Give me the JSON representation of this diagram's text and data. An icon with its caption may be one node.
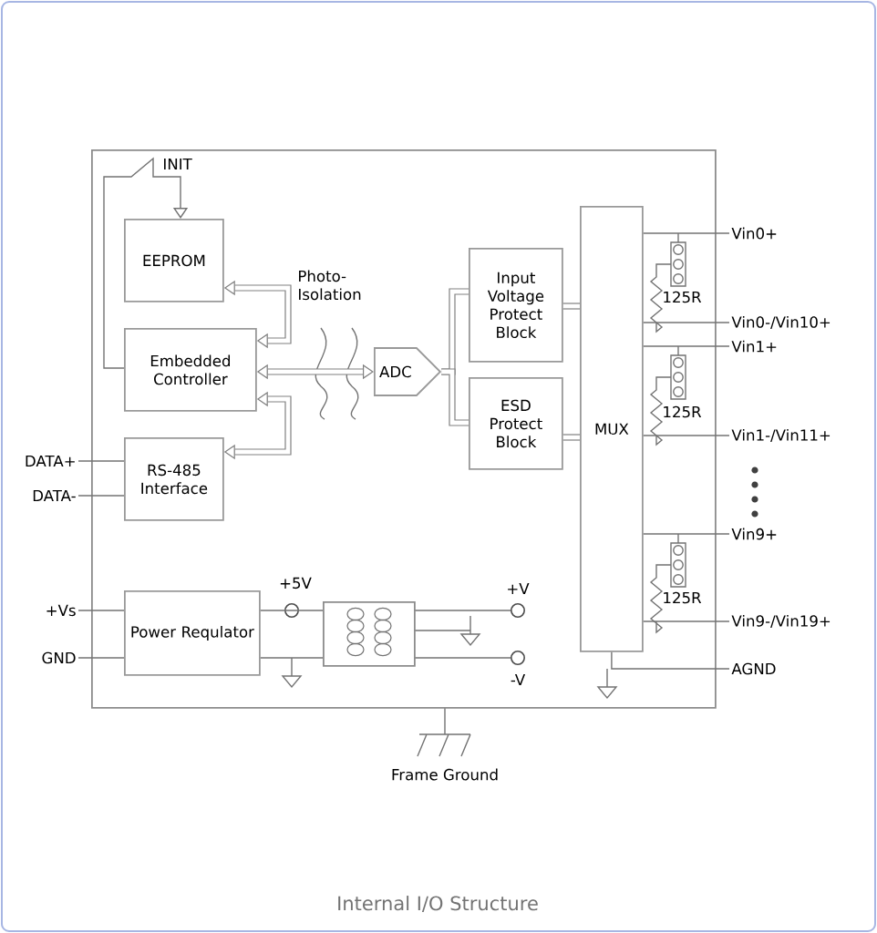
{
  "diagram": {
    "caption": "Internal I/O Structure",
    "nodes": [
      {
        "text": [],
        "shape": "box"
      },
      {
        "text": [
          "EEPROM"
        ],
        "in": 0
      },
      {
        "text": [
          "Embedded Controller"
        ],
        "in": 0
      },
      {
        "text": [
          "RS-485 Interface"
        ],
        "in": 0
      },
      {
        "text": [
          "Power Requlator"
        ],
        "in": 0
      },
      {
        "text": [
          "ADC"
        ],
        "in": 0
      },
      {
        "text": [
          "Input Voltage Protect Block"
        ],
        "in": 0
      },
      {
        "text": [
          "ESD Protect Block"
        ],
        "in": 0
      },
      {
        "text": [
          "MUX"
        ],
        "in": 0
      },
      {
        "text": [],
        "shape": "box",
        "in": 0
      },
      {
        "text": [
          "DATA+"
        ]
      },
      {
        "text": [
          "DATA-"
        ]
      },
      {
        "text": [
          "+Vs"
        ]
      },
      {
        "text": [
          "GND"
        ]
      },
      {
        "text": [
          "Vin0+"
        ]
      },
      {
        "text": [
          "Vin0-/Vin10+"
        ]
      },
      {
        "text": [
          "Vin1+"
        ]
      },
      {
        "text": [
          "Vin1-/Vin11+"
        ]
      },
      {
        "text": [
          "Vin9+"
        ]
      },
      {
        "text": [
          "Vin9-/Vin19+"
        ]
      },
      {
        "text": [
          "AGND"
        ]
      }
    ],
    "edges": [
      {
        "from": 2,
        "to": 1,
        "arrow": "both",
        "style": "thick"
      },
      {
        "from": 2,
        "to": 3,
        "arrow": "both",
        "style": "thick"
      },
      {
        "from": 2,
        "to": 5,
        "arrow": "both",
        "style": "thick"
      },
      {
        "from": 5,
        "to": 6,
        "arrow": "none",
        "style": "thick"
      },
      {
        "from": 5,
        "to": 7,
        "arrow": "none",
        "style": "thick"
      },
      {
        "from": 6,
        "to": 8,
        "arrow": "none",
        "style": "thick"
      },
      {
        "from": 7,
        "to": 8,
        "arrow": "none",
        "style": "thick"
      },
      {
        "from": 8,
        "to": 14,
        "arrow": "none"
      },
      {
        "from": 8,
        "to": 15,
        "arrow": "none"
      },
      {
        "from": 8,
        "to": 16,
        "arrow": "none"
      },
      {
        "from": 8,
        "to": 17,
        "arrow": "none"
      },
      {
        "from": 8,
        "to": 18,
        "arrow": "none"
      },
      {
        "from": 8,
        "to": 19,
        "arrow": "none"
      },
      {
        "from": 8,
        "to": 20,
        "arrow": "none"
      },
      {
        "from": 10,
        "to": 3,
        "arrow": "none"
      },
      {
        "from": 11,
        "to": 3,
        "arrow": "none"
      },
      {
        "from": 12,
        "to": 4,
        "arrow": "none"
      },
      {
        "from": 13,
        "to": 4,
        "arrow": "none"
      },
      {
        "from": 4,
        "to": 9,
        "arrow": "none"
      },
      {
        "from": 4,
        "to": 9,
        "arrow": "none"
      },
      {
        "from": 2,
        "to": 1,
        "arrow": "to",
        "label": "INIT"
      }
    ],
    "labels": [
      "Photo- Isolation",
      "125R",
      "125R",
      "125R",
      "+5V",
      "+V",
      "-V",
      "Frame Ground"
    ]
  }
}
